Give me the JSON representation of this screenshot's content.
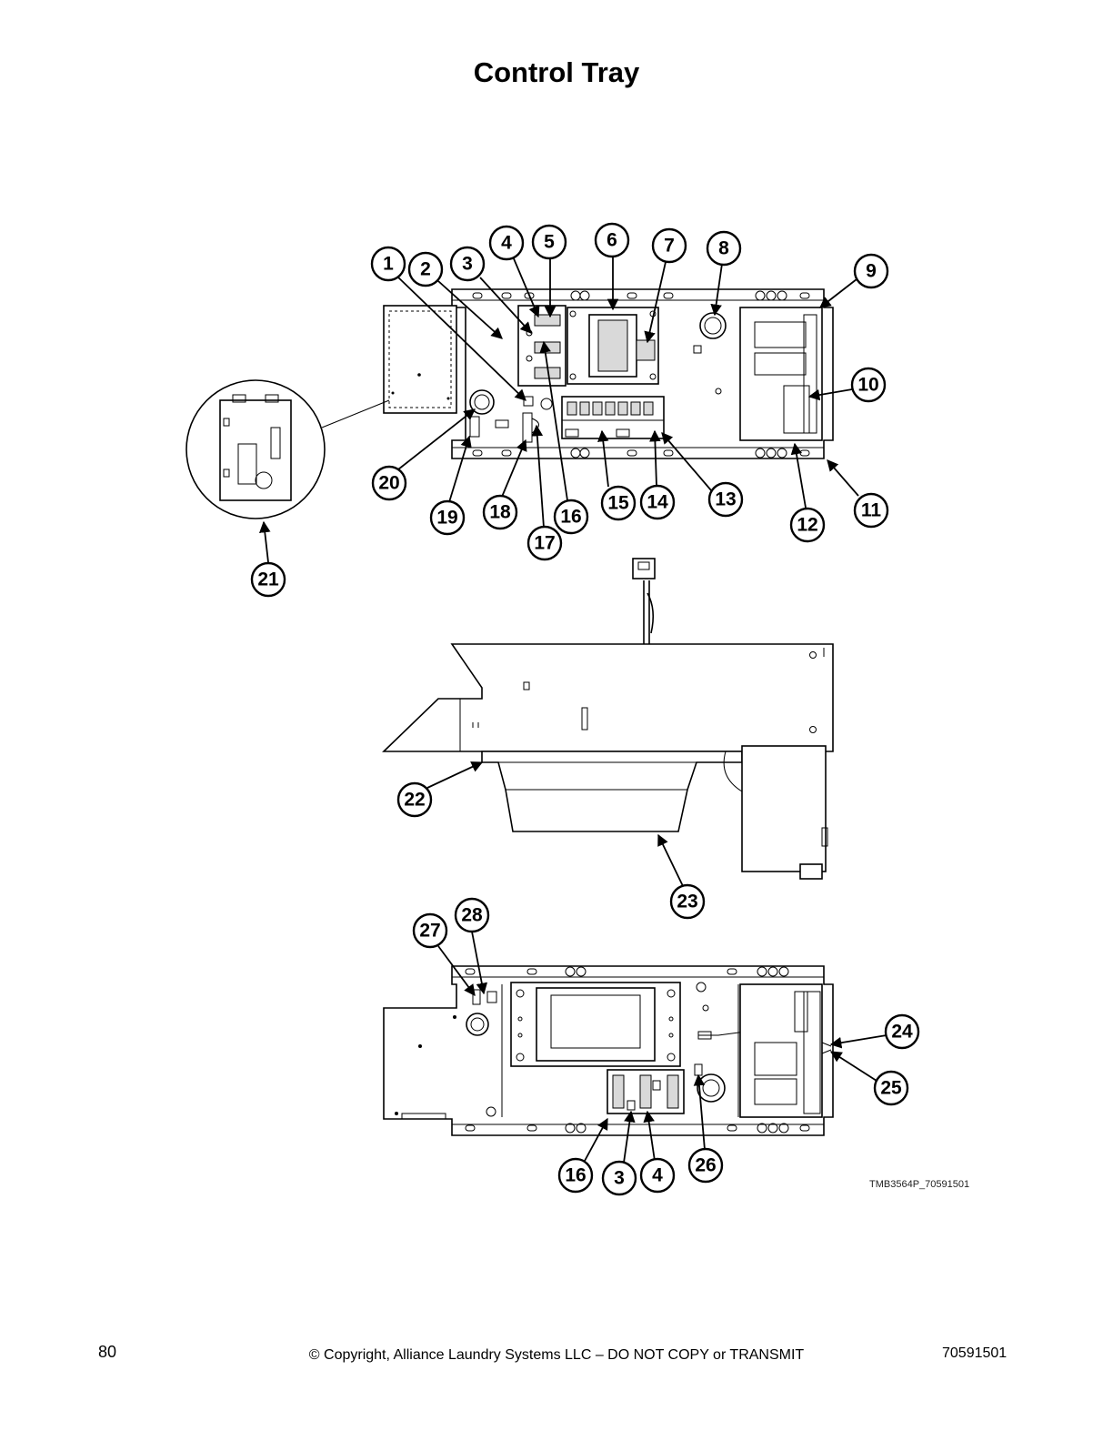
{
  "page_title": "Control Tray",
  "diagram_code": "TMB3564P_70591501",
  "footer": {
    "page_number": "80",
    "copyright": "© Copyright, Alliance Laundry Systems LLC – DO NOT COPY or TRANSMIT",
    "doc_number": "70591501"
  },
  "callouts": {
    "top_view": [
      "1",
      "2",
      "3",
      "4",
      "5",
      "6",
      "7",
      "8",
      "9",
      "10",
      "11",
      "12",
      "13",
      "14",
      "15",
      "16",
      "17",
      "18",
      "19",
      "20",
      "21"
    ],
    "side_view": [
      "22",
      "23"
    ],
    "bottom_view": [
      "27",
      "28",
      "24",
      "25",
      "16",
      "3",
      "4",
      "26"
    ]
  }
}
